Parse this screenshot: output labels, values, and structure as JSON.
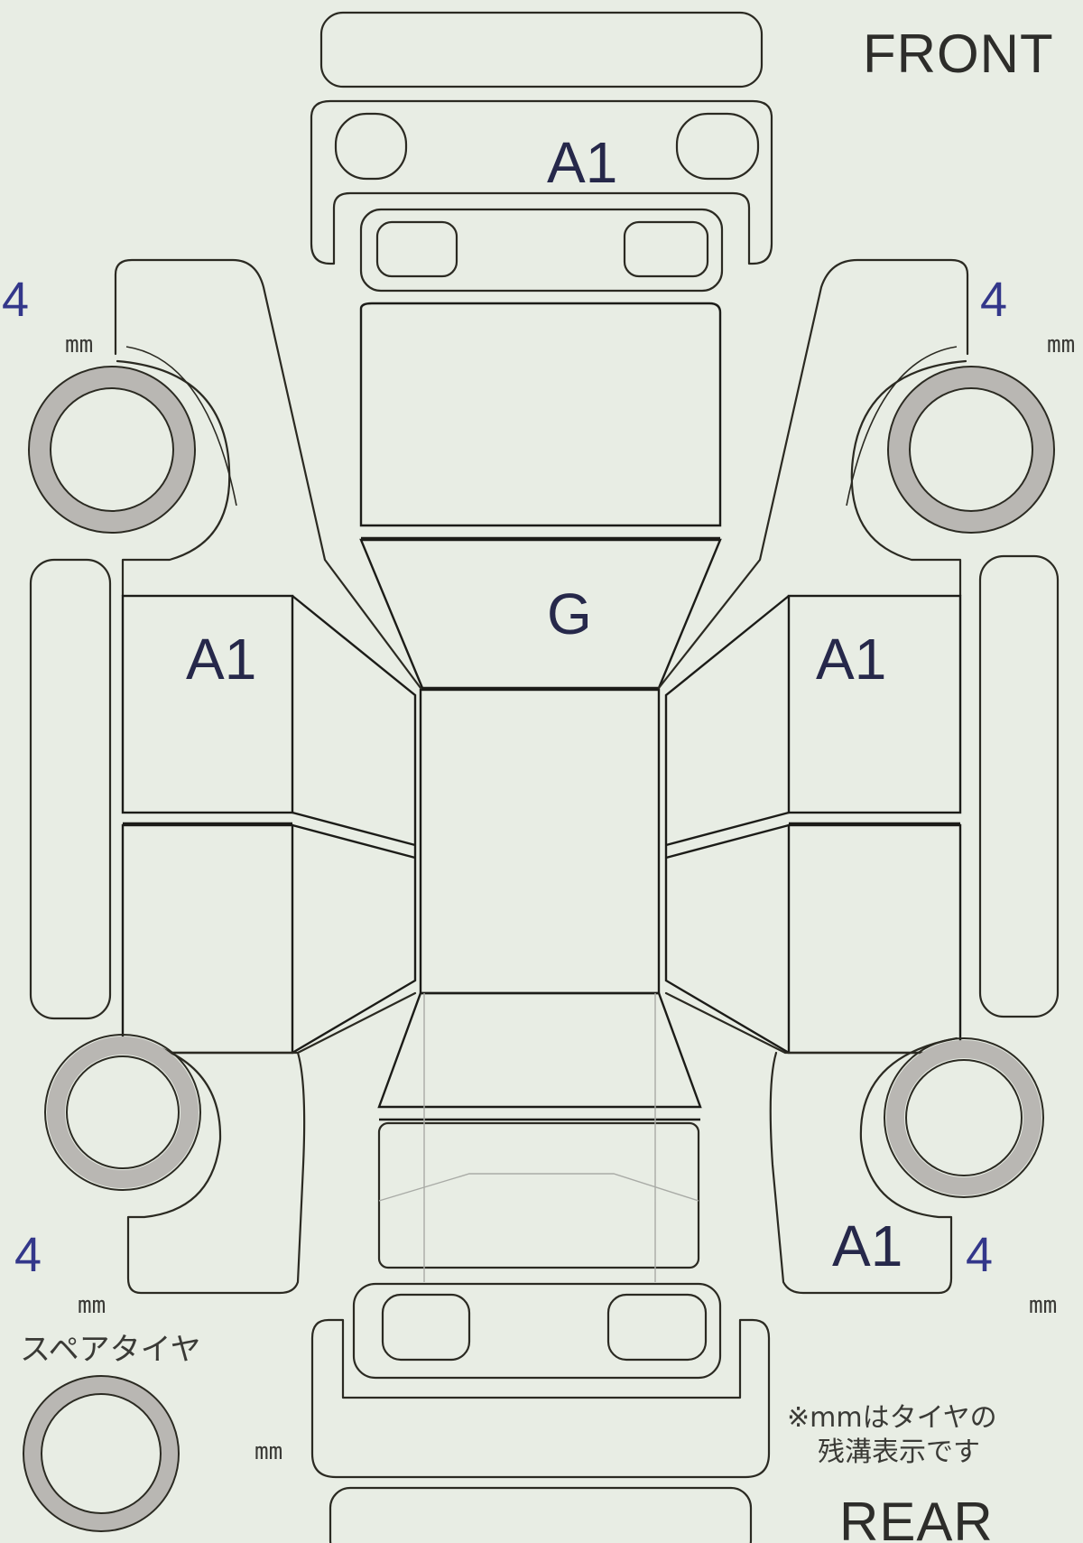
{
  "directions": {
    "front": "FRONT",
    "rear": "REAR"
  },
  "panels": {
    "front_bumper": "A1",
    "hood": "G",
    "left_front_door": "A1",
    "right_front_door": "A1",
    "right_rear_quarter": "A1"
  },
  "tires": {
    "front_left": {
      "depth": "4",
      "unit": "mm"
    },
    "front_right": {
      "depth": "4",
      "unit": "mm"
    },
    "rear_left": {
      "depth": "4",
      "unit": "mm"
    },
    "rear_right": {
      "depth": "4",
      "unit": "mm"
    },
    "spare": {
      "label": "スペアタイヤ",
      "unit": "mm"
    }
  },
  "note": {
    "line1": "※mmはタイヤの",
    "line2": "残溝表示です"
  },
  "colors": {
    "background": "#e8ede4",
    "line": "#2b2a22",
    "label": "#26284a",
    "depth": "#33378a",
    "tire": "#b9b7b3"
  }
}
